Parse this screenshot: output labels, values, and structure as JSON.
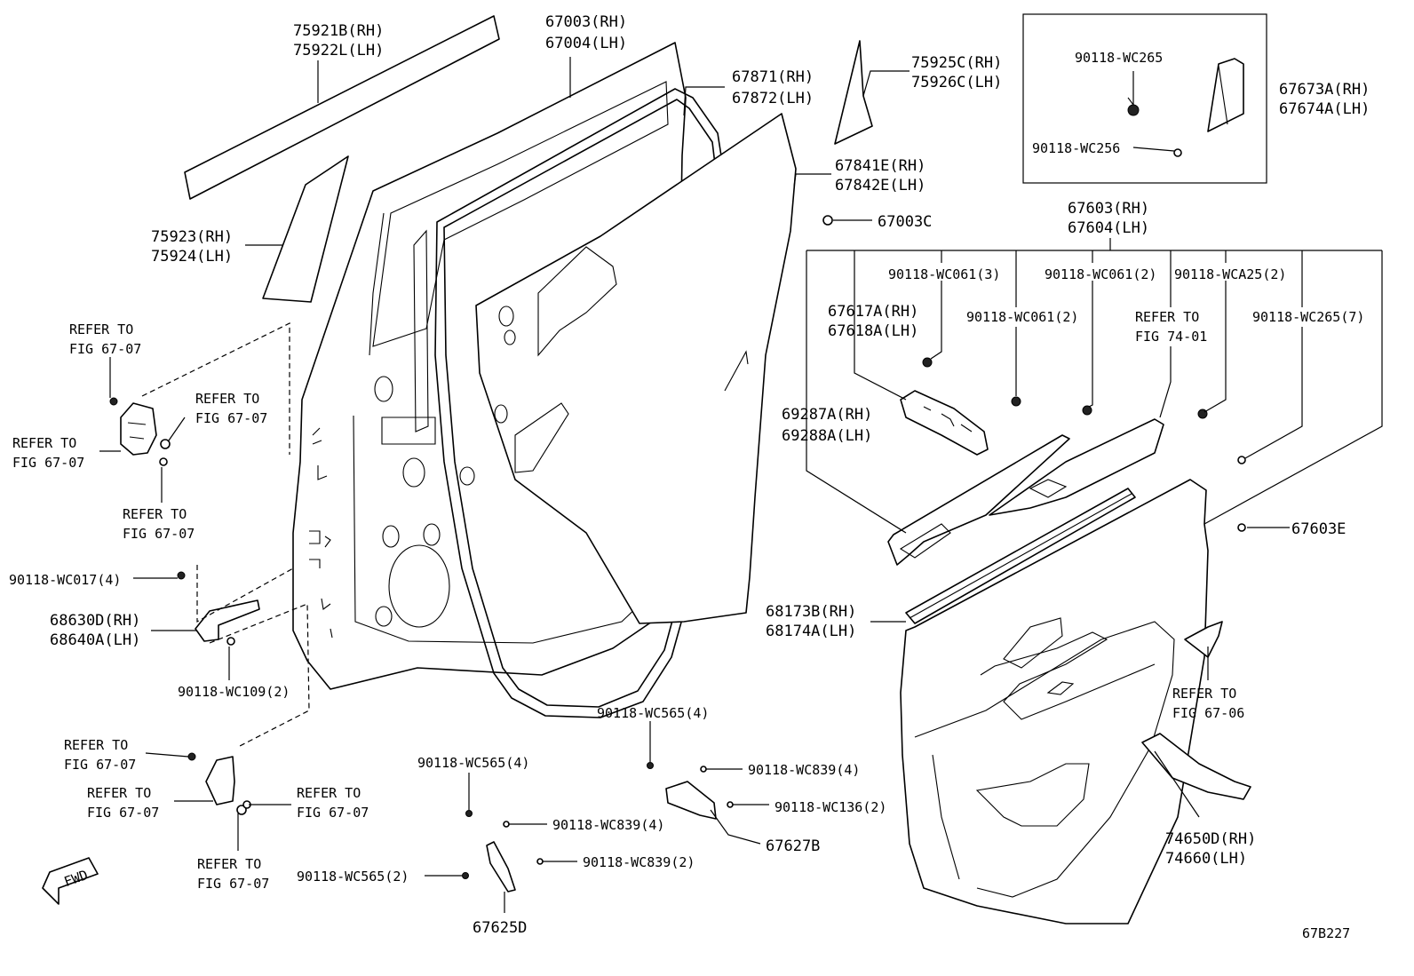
{
  "labels": {
    "p75921": "75921B(RH)",
    "p75922": "75922L(LH)",
    "p67003": "67003(RH)",
    "p67004": "67004(LH)",
    "p67871": "67871(RH)",
    "p67872": "67872(LH)",
    "p75925": "75925C(RH)",
    "p75926": "75926C(LH)",
    "p67841": "67841E(RH)",
    "p67842": "67842E(LH)",
    "p67003c": "67003C",
    "p67603": "67603(RH)",
    "p67604": "67604(LH)",
    "p67673": "67673A(RH)",
    "p67674": "67674A(LH)",
    "b_wc265_box": "90118-WC265",
    "b_wc256": "90118-WC256",
    "p75923": "75923(RH)",
    "p75924": "75924(LH)",
    "b_wc061_3": "90118-WC061(3)",
    "b_wc061_2a": "90118-WC061(2)",
    "b_wca25_2": "90118-WCA25(2)",
    "b_wc061_2b": "90118-WC061(2)",
    "b_wc265_7": "90118-WC265(7)",
    "p67617": "67617A(RH)",
    "p67618": "67618A(LH)",
    "p69287": "69287A(RH)",
    "p69288": "69288A(LH)",
    "p67603e": "67603E",
    "p68173": "68173B(RH)",
    "p68174": "68174A(LH)",
    "p68630": "68630D(RH)",
    "p68640": "68640A(LH)",
    "b_wc017_4": "90118-WC017(4)",
    "b_wc109_2": "90118-WC109(2)",
    "b_wc565_4a": "90118-WC565(4)",
    "b_wc565_4b": "90118-WC565(4)",
    "b_wc839_4a": "90118-WC839(4)",
    "b_wc839_4b": "90118-WC839(4)",
    "b_wc136_2": "90118-WC136(2)",
    "b_wc839_2": "90118-WC839(2)",
    "b_wc565_2": "90118-WC565(2)",
    "p67627b": "67627B",
    "p67625d": "67625D",
    "p74650": "74650D(RH)",
    "p74660": "74660(LH)",
    "refer_to": "REFER TO",
    "fig_67_07": "FIG 67-07",
    "fig_67_06": "FIG 67-06",
    "fig_74_01": "FIG 74-01",
    "fwd": "FWD",
    "drawing_id": "67B227"
  }
}
